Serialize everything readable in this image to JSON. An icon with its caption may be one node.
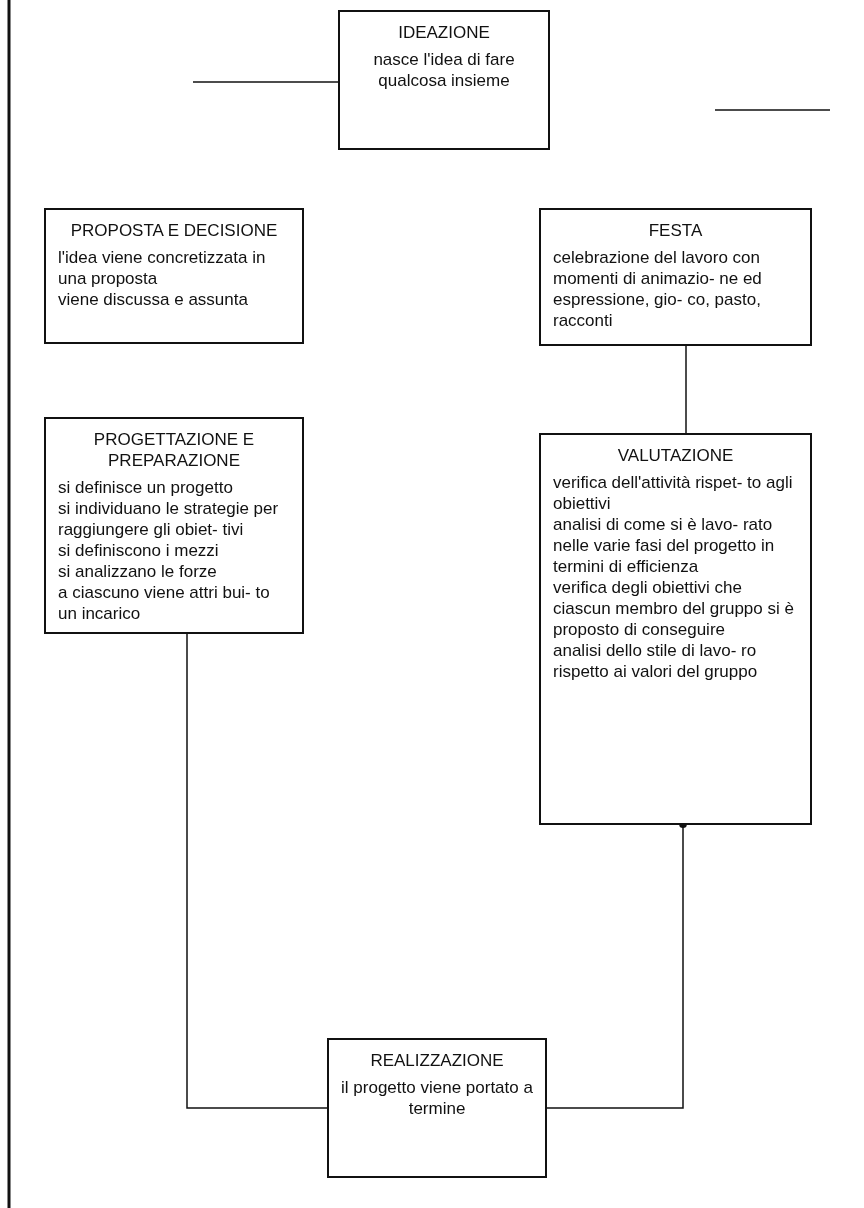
{
  "diagram": {
    "nodes": [
      {
        "text": [
          "IDEAZIONE",
          "nasce l'idea di fare qualcosa insieme"
        ]
      },
      {
        "text": [
          "PROPOSTA E DECISIONE",
          "l'idea viene concretizzata in una proposta",
          "viene discussa e assunta"
        ]
      },
      {
        "text": [
          "FESTA",
          "celebrazione del lavoro con momenti di animazio- ne ed espressione, gio- co, pasto, racconti"
        ]
      },
      {
        "text": [
          "PROGETTAZIONE E PREPARAZIONE",
          "si definisce un progetto",
          "si individuano le strategie per raggiungere gli obiet- tivi",
          "si definiscono i mezzi",
          "si analizzano le forze",
          "a ciascuno viene attri bui- to un incarico"
        ]
      },
      {
        "text": [
          "VALUTAZIONE",
          "verifica dell'attività rispet- to agli obiettivi",
          "analisi di come si è lavo- rato nelle varie fasi del progetto in termini di efficienza",
          "verifica degli obiettivi che ciascun membro del gruppo si è proposto di conseguire",
          "analisi dello stile di lavo- ro rispetto ai valori del gruppo"
        ]
      },
      {
        "text": [
          "REALIZZAZIONE",
          "il progetto viene portato a termine"
        ]
      }
    ],
    "edges": [
      {
        "from": 0,
        "to": null,
        "arrow": "none"
      },
      {
        "from": 4,
        "to": 2,
        "arrow": "none"
      },
      {
        "from": 3,
        "to": 5,
        "arrow": "none"
      },
      {
        "from": 5,
        "to": 4,
        "arrow": "other"
      }
    ]
  }
}
